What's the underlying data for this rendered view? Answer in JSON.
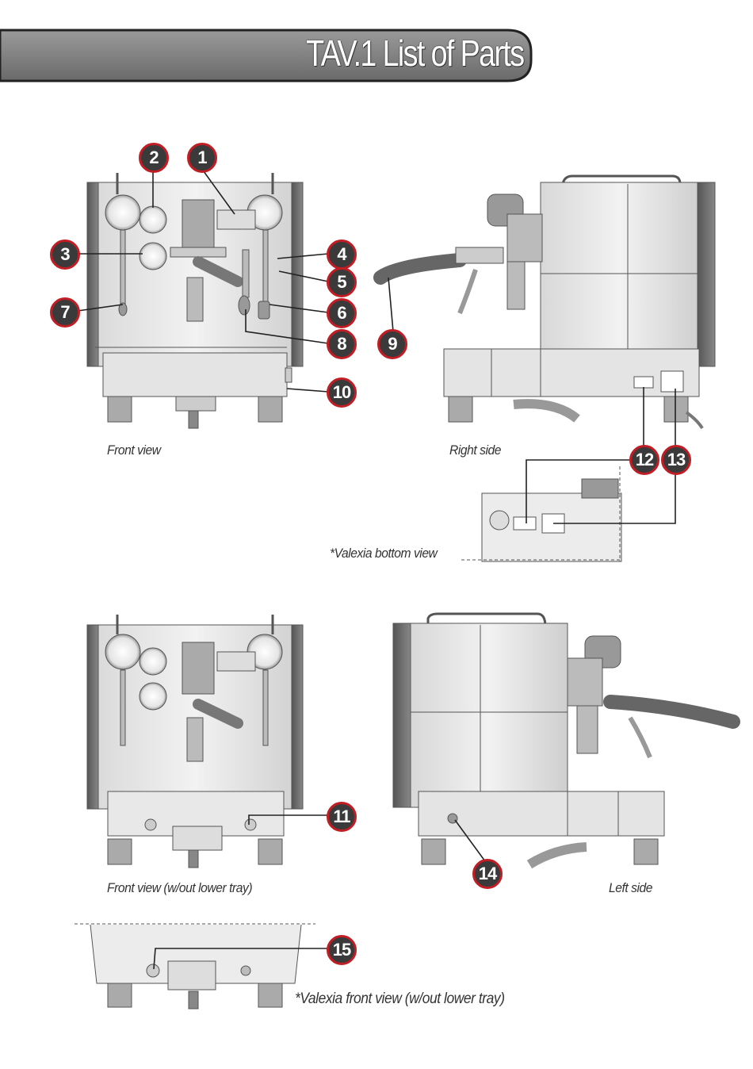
{
  "header": {
    "title": "TAV.1 List of Parts"
  },
  "captions": {
    "front_view": "Front view",
    "right_side": "Right side",
    "valexia_bottom_view": "*Valexia bottom view",
    "front_view_no_tray": "Front view (w/out lower tray)",
    "left_side": "Left side",
    "valexia_front_view": "*Valexia front view (w/out lower tray)"
  },
  "callouts": {
    "c1": "1",
    "c2": "2",
    "c3": "3",
    "c4": "4",
    "c5": "5",
    "c6": "6",
    "c7": "7",
    "c8": "8",
    "c9": "9",
    "c10": "10",
    "c11": "11",
    "c12": "12",
    "c13": "13",
    "c14": "14",
    "c15": "15"
  },
  "colors": {
    "callout_fill": "#3a3a3a",
    "callout_ring": "#c21d24",
    "banner": "#7a7a7a"
  }
}
